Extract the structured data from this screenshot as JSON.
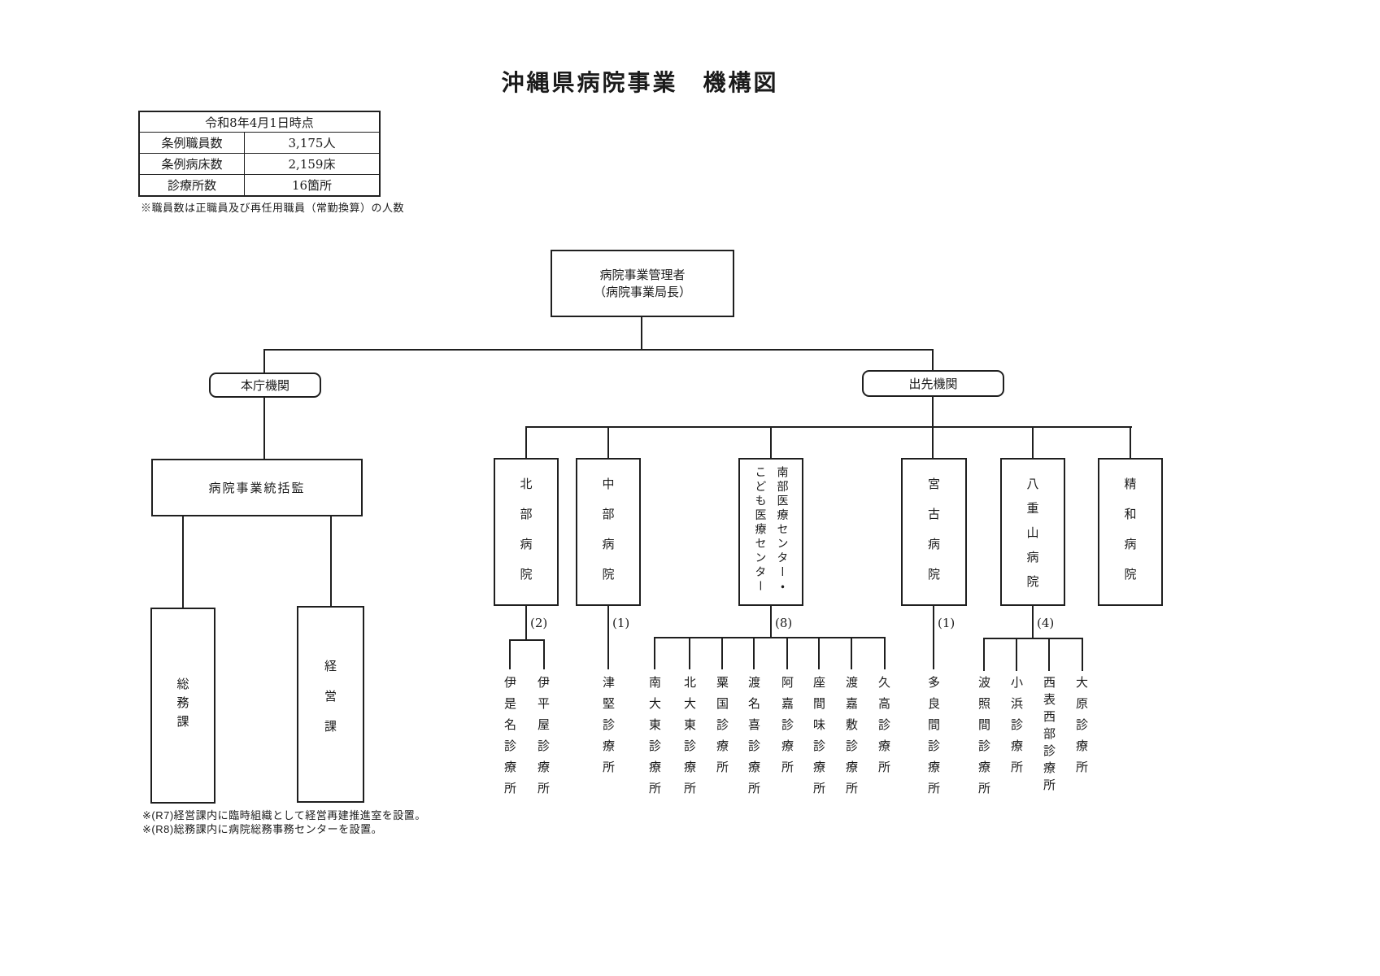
{
  "title": "沖縄県病院事業　機構図",
  "summary_table": {
    "header": "令和8年4月1日時点",
    "rows": [
      {
        "label": "条例職員数",
        "value": "3,175人"
      },
      {
        "label": "条例病床数",
        "value": "2,159床"
      },
      {
        "label": "診療所数",
        "value": "16箇所"
      }
    ],
    "note": "※職員数は正職員及び再任用職員（常勤換算）の人数"
  },
  "org": {
    "root": {
      "line1": "病院事業管理者",
      "line2": "（病院事業局長）"
    },
    "branch_left_label": "本庁機関",
    "branch_right_label": "出先機関",
    "superintendent": "病院事業統括監",
    "divisions": [
      {
        "name": "総務課"
      },
      {
        "name": "経営課"
      }
    ],
    "hospitals": [
      {
        "name": "北部病院",
        "count": "(2)",
        "clinics": [
          "伊是名診療所",
          "伊平屋診療所"
        ]
      },
      {
        "name": "中部病院",
        "count": "(1)",
        "clinics": [
          "津堅診療所"
        ]
      },
      {
        "name_columns": [
          "南部医療センター・",
          "こども医療センター"
        ],
        "count": "(8)",
        "clinics": [
          "南大東診療所",
          "北大東診療所",
          "粟国診療所",
          "渡名喜診療所",
          "阿嘉診療所",
          "座間味診療所",
          "渡嘉敷診療所",
          "久高診療所"
        ]
      },
      {
        "name": "宮古病院",
        "count": "(1)",
        "clinics": [
          "多良間診療所"
        ]
      },
      {
        "name": "八重山病院",
        "count": "(4)",
        "clinics": [
          "波照間診療所",
          "小浜診療所",
          "西表西部診療所",
          "大原診療所"
        ]
      },
      {
        "name": "精和病院"
      }
    ]
  },
  "footnotes": [
    "※(R7)経営課内に臨時組織として経営再建推進室を設置。",
    "※(R8)総務課内に病院総務事務センターを設置。"
  ]
}
